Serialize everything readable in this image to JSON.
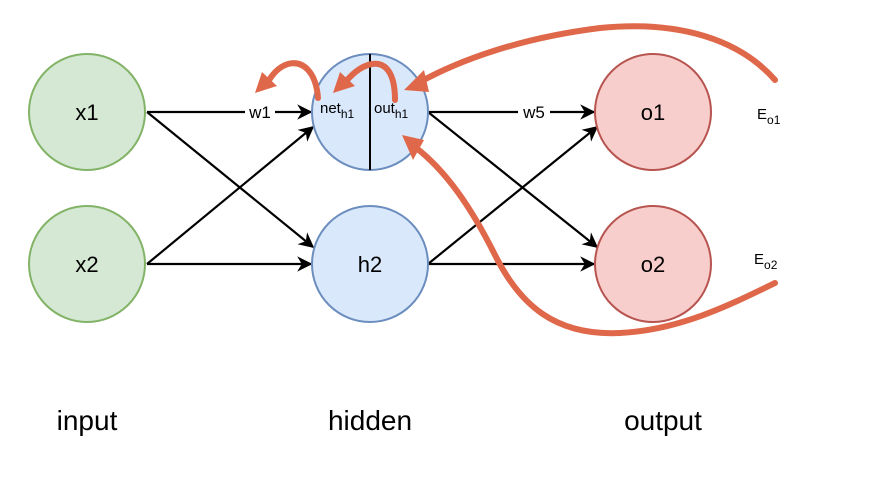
{
  "colors": {
    "input_fill": "#d5e8d4",
    "input_stroke": "#82b366",
    "hidden_fill": "#dae8fc",
    "hidden_stroke": "#6c8ebf",
    "output_fill": "#f8cecc",
    "output_stroke": "#b85450",
    "edge": "#000000",
    "backprop": "#e0684a"
  },
  "nodes": {
    "x1": "x1",
    "x2": "x2",
    "h2": "h2",
    "o1": "o1",
    "o2": "o2",
    "h1": {
      "net": "net",
      "net_sub": "h1",
      "out": "out",
      "out_sub": "h1"
    }
  },
  "edges": {
    "w1": "w1",
    "w5": "w5"
  },
  "errors": {
    "eo1": {
      "main": "E",
      "sub": "o1"
    },
    "eo2": {
      "main": "E",
      "sub": "o2"
    }
  },
  "layers": {
    "input": "input",
    "hidden": "hidden",
    "output": "output"
  }
}
